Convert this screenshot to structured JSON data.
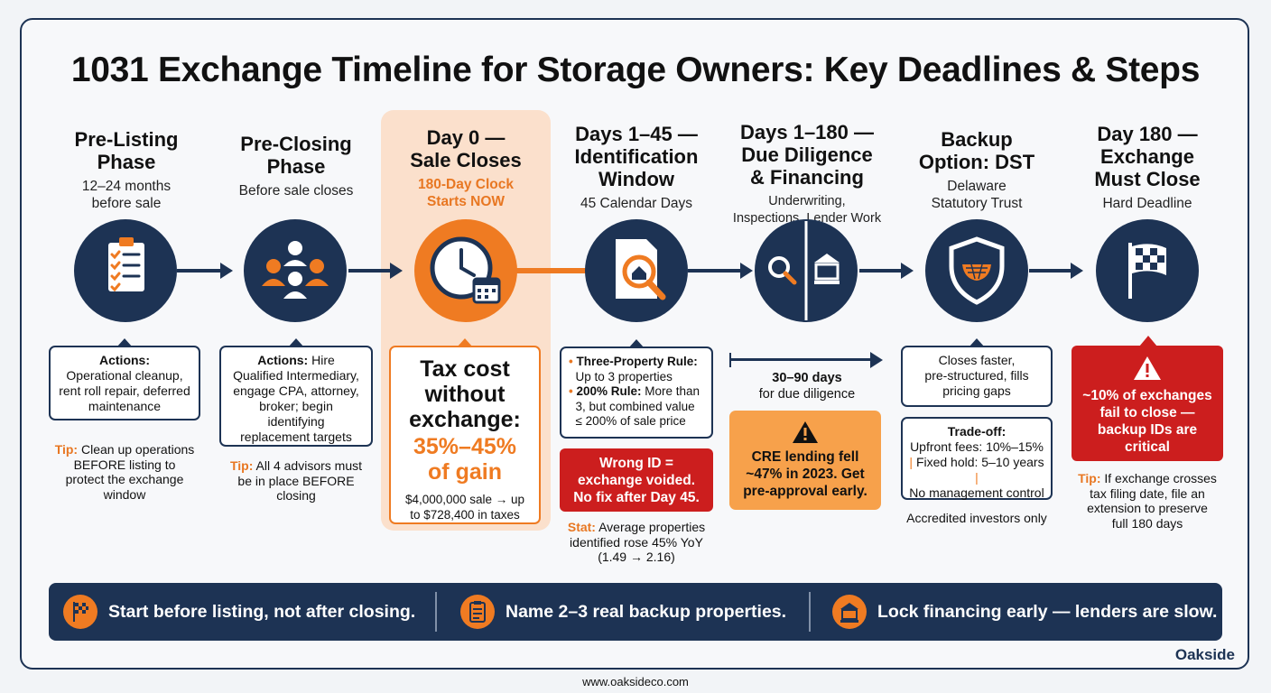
{
  "title": "1031 Exchange Timeline for Storage Owners: Key Deadlines & Steps",
  "phases": [
    {
      "title_l1": "Pre-Listing",
      "title_l2": "Phase",
      "sub_l1": "12–24 months",
      "sub_l2": "before sale"
    },
    {
      "title_l1": "Pre-Closing",
      "title_l2": "Phase",
      "sub_l1": "Before sale closes"
    },
    {
      "title_l1": "Day 0 —",
      "title_l2": "Sale Closes",
      "sub_l1": "180-Day Clock",
      "sub_l2": "Starts NOW"
    },
    {
      "title_l1": "Days 1–45 —",
      "title_l2": "Identification",
      "title_l3": "Window",
      "sub_l1": "45 Calendar Days"
    },
    {
      "title_l1": "Days 1–180 —",
      "title_l2": "Due Diligence",
      "title_l3": "& Financing",
      "sub_l1": "Underwriting,",
      "sub_l2": "Inspections, Lender Work"
    },
    {
      "title_l1": "Backup",
      "title_l2": "Option: DST",
      "sub_l1": "Delaware",
      "sub_l2": "Statutory Trust"
    },
    {
      "title_l1": "Day 180 —",
      "title_l2": "Exchange",
      "title_l3": "Must Close",
      "sub_l1": "Hard Deadline"
    }
  ],
  "icons": [
    "checklist-icon",
    "advisors-icon",
    "clock-calendar-icon",
    "document-search-icon",
    "search-bank-icon",
    "shield-icon",
    "checkered-flag-icon"
  ],
  "actions1": {
    "label": "Actions:",
    "l1": "Operational cleanup,",
    "l2": "rent roll repair, deferred",
    "l3": "maintenance"
  },
  "tip1": {
    "label": "Tip:",
    "l1": " Clean up operations",
    "l2": "BEFORE listing to",
    "l3": "protect the exchange",
    "l4": "window"
  },
  "actions2": {
    "label": "Actions:",
    "l0": " Hire",
    "l1": "Qualified Intermediary,",
    "l2": "engage CPA, attorney,",
    "l3": "broker; begin",
    "l4": "identifying",
    "l5": "replacement targets"
  },
  "tip2": {
    "label": "Tip:",
    "l1": " All 4 advisors must",
    "l2": "be in place BEFORE",
    "l3": "closing"
  },
  "tax": {
    "l1": "Tax cost",
    "l2": "without",
    "l3": "exchange:",
    "pct1": "35%–45%",
    "pct2": "of gain",
    "note1": "$4,000,000 sale → up",
    "note2": "to $728,400 in taxes"
  },
  "rules": {
    "r1_label": "Three-Property Rule:",
    "r1_text": "Up to 3 properties",
    "r2_label": "200% Rule:",
    "r2_text1": " More than",
    "r2_text2": "3, but combined value",
    "r2_text3": "≤ 200% of sale price"
  },
  "wrong_id": {
    "l1": "Wrong ID =",
    "l2": "exchange voided.",
    "l3": "No fix after Day 45."
  },
  "stat": {
    "label": "Stat:",
    "l1": " Average properties",
    "l2": "identified rose 45% YoY",
    "l3": "(1.49 → 2.16)"
  },
  "diligence": {
    "l1": "30–90 days",
    "l2": "for due diligence"
  },
  "cre": {
    "l1": "CRE lending fell",
    "l2": "~47% in 2023. Get",
    "l3": "pre-approval early."
  },
  "dst_box": {
    "l1": "Closes faster,",
    "l2": "pre-structured, fills",
    "l3": "pricing gaps"
  },
  "tradeoff": {
    "label": "Trade-off:",
    "l1": "Upfront fees: 10%–15%",
    "l2": "Fixed hold: 5–10 years",
    "l3": "No management control"
  },
  "accredited": "Accredited investors only",
  "fail": {
    "l1": "~10% of exchanges",
    "l2": "fail to close —",
    "l3": "backup IDs are",
    "l4": "critical"
  },
  "tip7": {
    "label": "Tip:",
    "l1": " If exchange crosses",
    "l2": "tax filing date, file an",
    "l3": "extension to preserve",
    "l4": "full 180 days"
  },
  "bottom": [
    {
      "icon": "checkered-flag-icon",
      "text": "Start before listing, not after closing."
    },
    {
      "icon": "clipboard-icon",
      "text": "Name 2–3 real backup properties."
    },
    {
      "icon": "bank-icon",
      "text": "Lock financing early — lenders are slow."
    }
  ],
  "brand": "Oakside",
  "website": "www.oaksideco.com",
  "colors": {
    "navy": "#1d3354",
    "orange": "#ef7b22",
    "red": "#cc1e1e",
    "peach": "#fbe0cc"
  }
}
